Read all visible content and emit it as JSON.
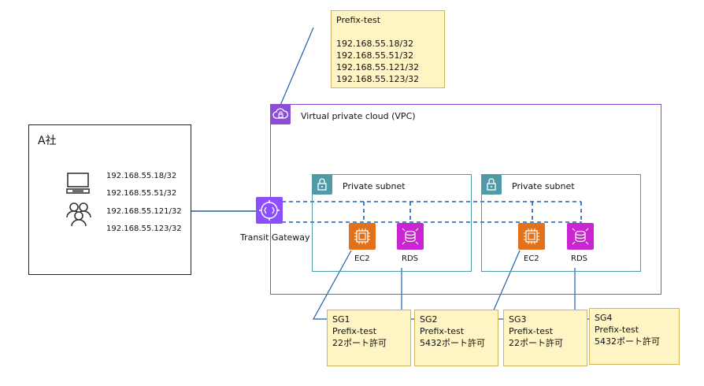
{
  "prefix_list": {
    "title": "Prefix-test",
    "entries": [
      "192.168.55.18/32",
      "192.168.55.51/32",
      "192.168.55.121/32",
      "192.168.55.123/32"
    ]
  },
  "company": {
    "name": "A社",
    "ips": [
      "192.168.55.18/32",
      "192.168.55.51/32",
      "192.168.55.121/32",
      "192.168.55.123/32"
    ]
  },
  "transit_gateway": {
    "label": "Transit Gateway"
  },
  "vpc": {
    "label": "Virtual private cloud (VPC)"
  },
  "subnets": [
    {
      "label": "Private subnet",
      "services": [
        {
          "label": "EC2"
        },
        {
          "label": "RDS"
        }
      ]
    },
    {
      "label": "Private subnet",
      "services": [
        {
          "label": "EC2"
        },
        {
          "label": "RDS"
        }
      ]
    }
  ],
  "security_groups": [
    {
      "name": "SG1",
      "prefix": "Prefix-test",
      "rule": "22ポート許可"
    },
    {
      "name": "SG2",
      "prefix": "Prefix-test",
      "rule": "5432ポート許可"
    },
    {
      "name": "SG3",
      "prefix": "Prefix-test",
      "rule": "22ポート許可"
    },
    {
      "name": "SG4",
      "prefix": "Prefix-test",
      "rule": "5432ポート許可"
    }
  ],
  "colors": {
    "note_fill": "#fff4c3",
    "vpc_border": "#8b4dd6",
    "subnet_border": "#4f9aa6",
    "ec2": "#e3701b",
    "rds": "#c925d1",
    "tgw": "#8c4fff",
    "connector": "#1f5fa8"
  }
}
